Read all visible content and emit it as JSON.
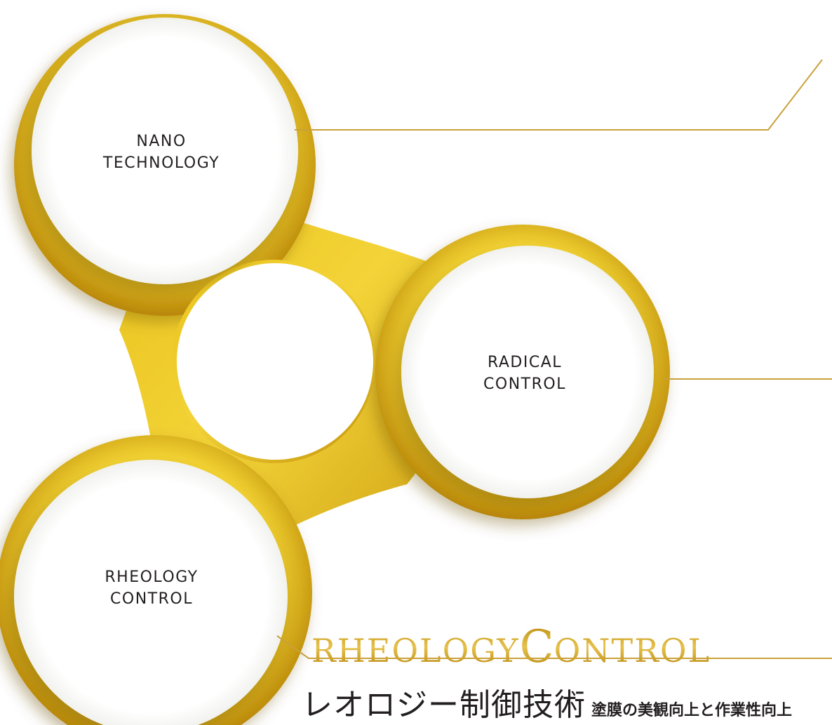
{
  "circles": {
    "nano": {
      "line1": "NANO",
      "line2": "TECHNOLOGY"
    },
    "radical": {
      "line1": "RADICAL",
      "line2": "CONTROL"
    },
    "rheology": {
      "line1": "RHEOLOGY",
      "line2": "CONTROL"
    }
  },
  "title": {
    "part1": "RHEOLOGY",
    "cap": "C",
    "part2": "ONTROL"
  },
  "subtitle": {
    "heading": "レオロジー制御技術",
    "description": "塗膜の美観向上と作業性向上"
  },
  "colors": {
    "gold_light": "#f0cf3a",
    "gold_mid": "#d9ab12",
    "gold_dark": "#a87b05",
    "line": "#c9a13a",
    "text": "#231f20"
  }
}
